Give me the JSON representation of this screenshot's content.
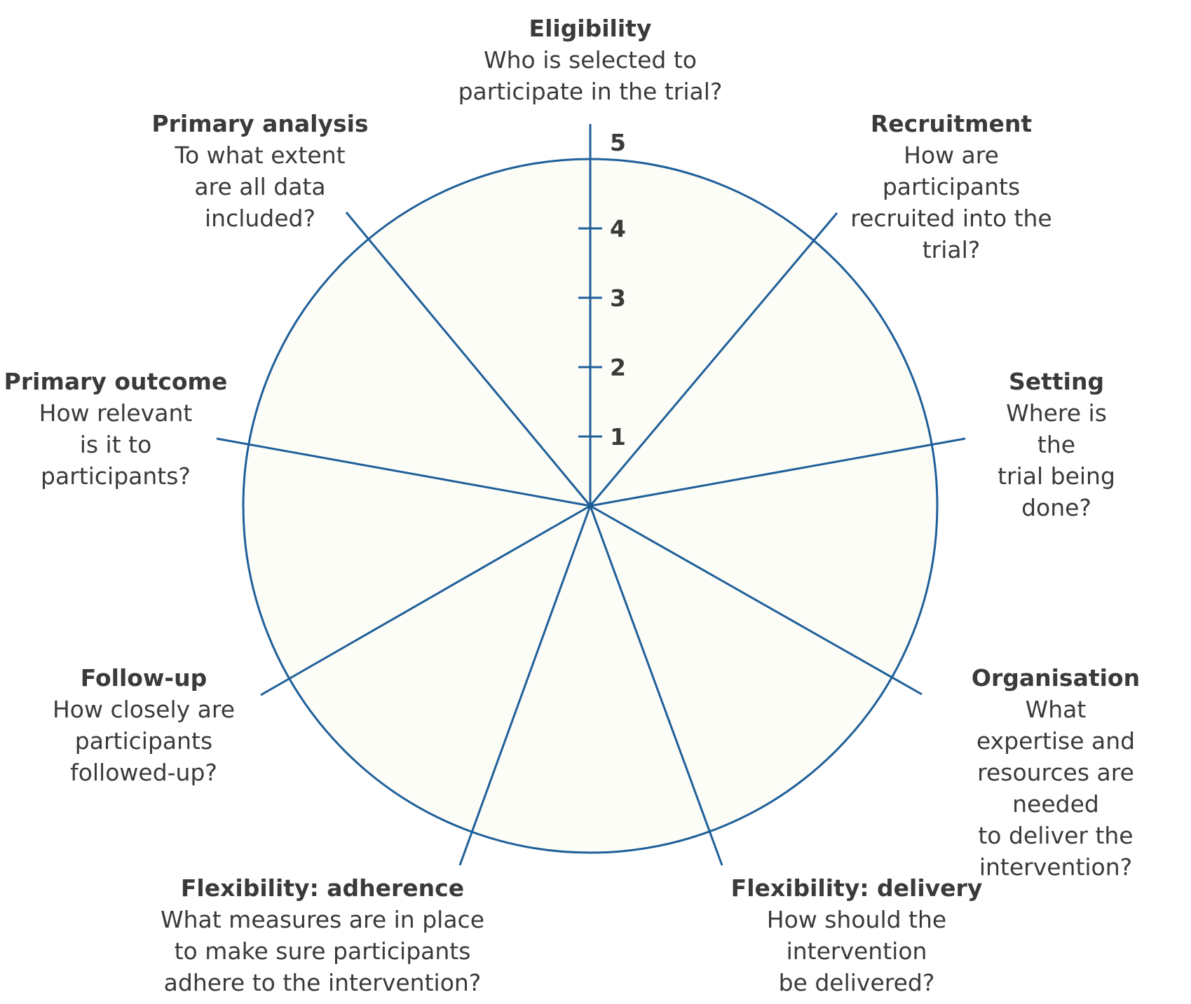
{
  "colors": {
    "wheel_line": "#1f5f99",
    "wheel_fill": "#fdfdf8",
    "text": "#3a3a3a"
  },
  "scale": {
    "ticks": [
      "1",
      "2",
      "3",
      "4",
      "5"
    ]
  },
  "domains": [
    {
      "id": "eligibility",
      "title": "Eligibility",
      "question": "Who is selected to\nparticipate in the trial?"
    },
    {
      "id": "recruitment",
      "title": "Recruitment",
      "question": "How are participants\nrecruited into the\ntrial?"
    },
    {
      "id": "setting",
      "title": "Setting",
      "question": "Where is the\ntrial being\ndone?"
    },
    {
      "id": "organisation",
      "title": "Organisation",
      "question": "What expertise and\nresources are needed\nto deliver the\nintervention?"
    },
    {
      "id": "flexibility-delivery",
      "title": "Flexibility: delivery",
      "question": "How should the\nintervention\nbe delivered?"
    },
    {
      "id": "flexibility-adherence",
      "title": "Flexibility: adherence",
      "question": "What measures are in place\nto make sure participants\nadhere to the intervention?"
    },
    {
      "id": "follow-up",
      "title": "Follow-up",
      "question": "How closely are\nparticipants\nfollowed-up?"
    },
    {
      "id": "primary-outcome",
      "title": "Primary outcome",
      "question": "How relevant\nis it to\nparticipants?"
    },
    {
      "id": "primary-analysis",
      "title": "Primary analysis",
      "question": "To what extent\nare all data\nincluded?"
    }
  ]
}
